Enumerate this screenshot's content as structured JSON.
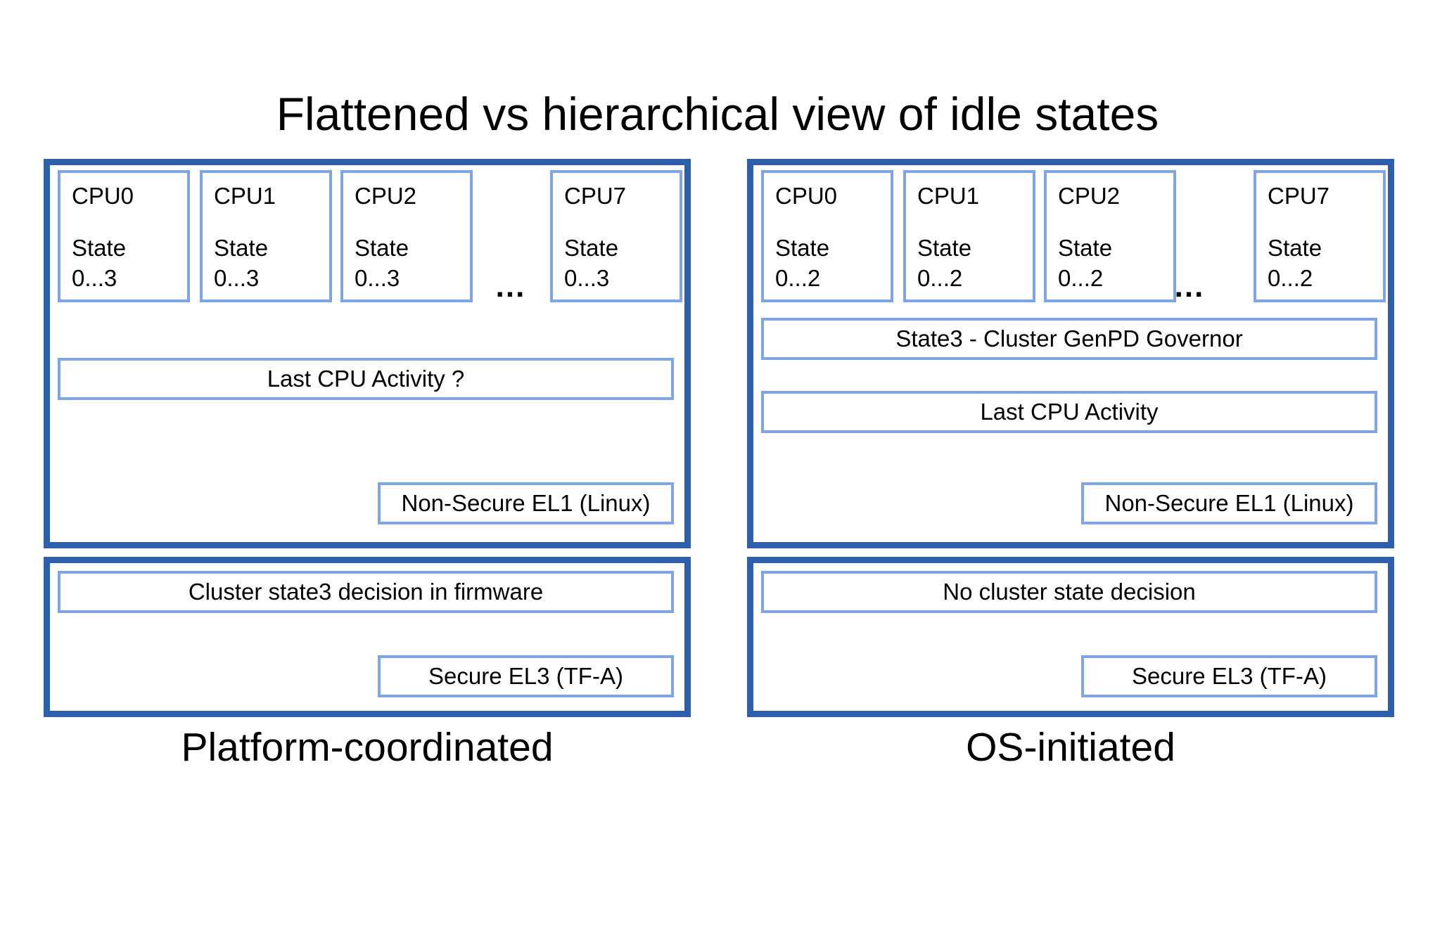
{
  "title": "Flattened vs hierarchical view of idle states",
  "colors": {
    "outer_border": "#2E5FAD",
    "inner_border": "#7EA6E4",
    "text": "#000000",
    "background": "#FFFFFF"
  },
  "left": {
    "caption": "Platform-coordinated",
    "ellipsis": "...",
    "cpus": [
      {
        "name": "CPU0",
        "state_label": "State",
        "state_range": "0...3"
      },
      {
        "name": "CPU1",
        "state_label": "State",
        "state_range": "0...3"
      },
      {
        "name": "CPU2",
        "state_label": "State",
        "state_range": "0...3"
      },
      {
        "name": "CPU7",
        "state_label": "State",
        "state_range": "0...3"
      }
    ],
    "boxes": {
      "last_cpu_activity": "Last CPU Activity ?",
      "non_secure_el1": "Non-Secure EL1 (Linux)",
      "cluster_decision": "Cluster state3 decision in firmware",
      "secure_el3": "Secure EL3 (TF-A)"
    }
  },
  "right": {
    "caption": "OS-initiated",
    "ellipsis": "...",
    "cpus": [
      {
        "name": "CPU0",
        "state_label": "State",
        "state_range": "0...2"
      },
      {
        "name": "CPU1",
        "state_label": "State",
        "state_range": "0...2"
      },
      {
        "name": "CPU2",
        "state_label": "State",
        "state_range": "0...2"
      },
      {
        "name": "CPU7",
        "state_label": "State",
        "state_range": "0...2"
      }
    ],
    "boxes": {
      "genpd_governor": "State3 - Cluster GenPD Governor",
      "last_cpu_activity": "Last CPU Activity",
      "non_secure_el1": "Non-Secure EL1 (Linux)",
      "cluster_decision": "No cluster state decision",
      "secure_el3": "Secure EL3 (TF-A)"
    }
  }
}
